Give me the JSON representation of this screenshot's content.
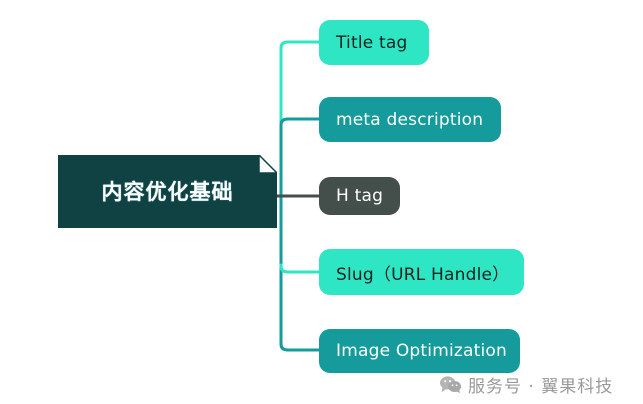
{
  "diagram": {
    "type": "mind-map",
    "background": "#ffffff",
    "root": {
      "label": "内容优化基础",
      "fill": "#104244",
      "text_color": "#ffffff"
    },
    "branches": [
      {
        "label": "Title tag",
        "fill": "#2EE6C4",
        "text_color": "#15221f",
        "tone": "light"
      },
      {
        "label": "meta description",
        "fill": "#159B9B",
        "text_color": "#ffffff",
        "tone": "dark"
      },
      {
        "label": "H tag",
        "fill": "#444F4C",
        "text_color": "#ffffff",
        "tone": "dark"
      },
      {
        "label": "Slug（URL Handle）",
        "fill": "#2EE6C4",
        "text_color": "#15221f",
        "tone": "light"
      },
      {
        "label": "Image Optimization",
        "fill": "#159B9B",
        "text_color": "#ffffff",
        "tone": "dark"
      }
    ]
  },
  "watermark": {
    "icon": "wechat-icon",
    "text": "服务号 · 翼果科技",
    "color": "#9a9a9a"
  }
}
